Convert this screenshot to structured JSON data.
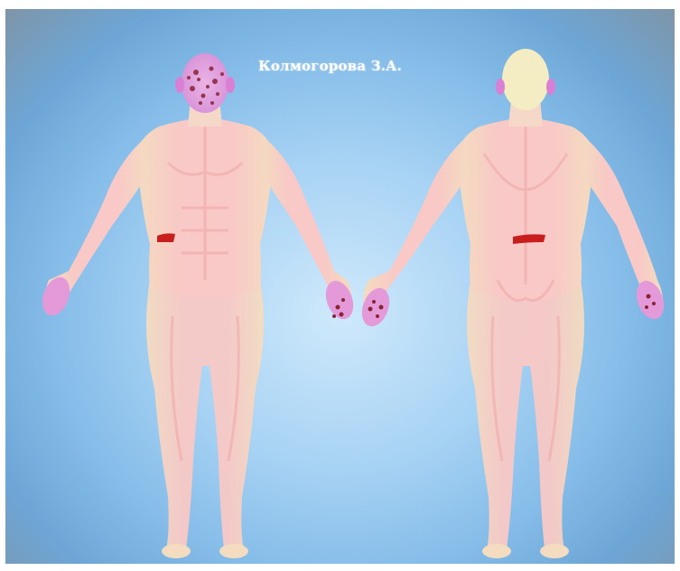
{
  "title": "Колмогорова З.А.",
  "figure": {
    "views": [
      "front",
      "back"
    ],
    "colors": {
      "background": "#9fcdf2",
      "skin": "#f7c7c2",
      "skin_edge": "#f4e6b8",
      "muscle": "#f2aeb0",
      "highlight_pink": "#e08bd8",
      "lesion_red": "#c81e1e",
      "lesion_dark": "#7a1b24"
    }
  }
}
